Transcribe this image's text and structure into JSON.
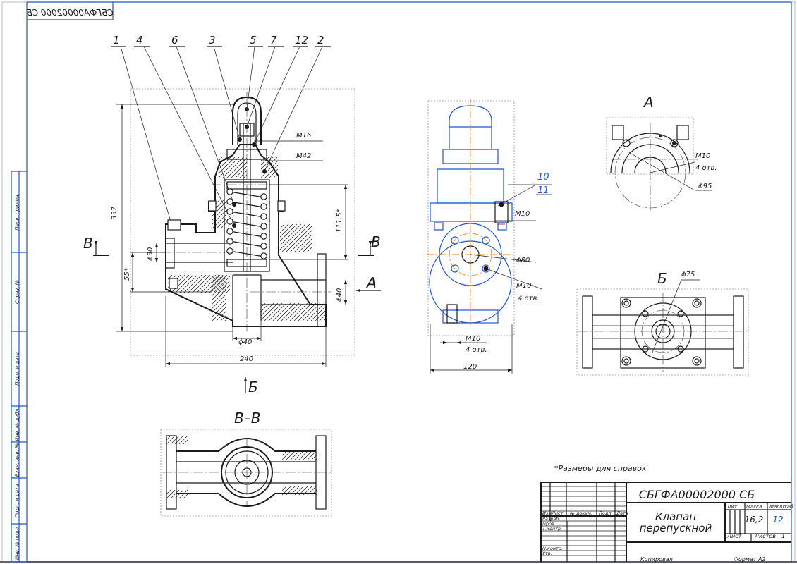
{
  "header_code": "СБГФА00002000 СБ",
  "callouts": [
    "1",
    "4",
    "6",
    "3",
    "5",
    "7",
    "12",
    "2"
  ],
  "part_10": "10",
  "part_11": "11",
  "dims_main": {
    "m16": "M16",
    "m42": "M42",
    "d30": "ϕ30",
    "d40_side": "ϕ40",
    "d40_bottom": "ϕ40",
    "h337": "337",
    "h55": "55*",
    "h115": "111,5*",
    "w240": "240"
  },
  "cut_marks": {
    "b": "В",
    "b2": "В",
    "a": "А",
    "bb": "Б"
  },
  "side_dims": {
    "m10_top": "M10",
    "d80": "ϕ80",
    "m10_mid": "M10",
    "m10_mid_note": "4 отв.",
    "m10_bottom": "M10",
    "m10_bottom_note": "4 отв.",
    "w120": "120"
  },
  "view_a": {
    "title": "А",
    "m10": "M10",
    "m10_note": "4 отв.",
    "d95": "ϕ95"
  },
  "view_b": {
    "title": "Б",
    "d75": "ϕ75"
  },
  "section_vv": {
    "title": "В–В"
  },
  "note": "*Размеры для справок",
  "title_block": {
    "designation": "СБГФА00002000 СБ",
    "name_line1": "Клапан",
    "name_line2": "перепускной",
    "col_headers": [
      "Изм",
      "Лист",
      "№ докум.",
      "Подп.",
      "Дата"
    ],
    "roles": [
      "Разраб.",
      "Пров.",
      "Т.контр.",
      "Н.контр.",
      "Утв."
    ],
    "lit": "Лит.",
    "mass_label": "Масса",
    "scale_label": "Масштаб",
    "mass": "16,2",
    "scale": "12",
    "sheet_label": "Лист",
    "sheets_label": "Листов",
    "sheets": "1"
  },
  "copied": "Копировал",
  "format": "Формат  А2",
  "side_stamps": [
    "Перв. примен.",
    "Справ. №",
    "Подп. и дата",
    "Инв. № дубл.",
    "Взам. инв. №",
    "Подп. и дата",
    "Инв. № подл."
  ]
}
